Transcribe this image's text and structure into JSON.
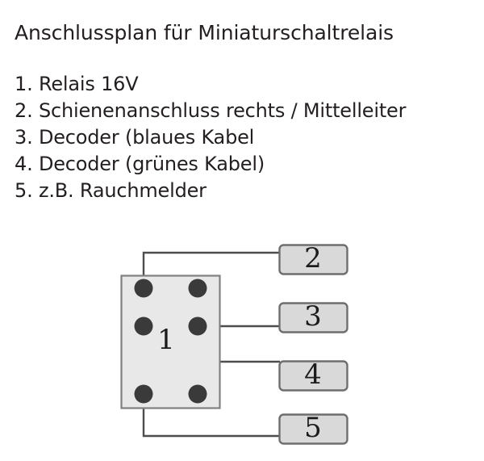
{
  "document": {
    "title": "Anschlussplan für Miniaturschaltrelais",
    "legend": [
      {
        "number": "1.",
        "text": "Relais 16V"
      },
      {
        "number": "2.",
        "text": "Schienenanschluss rechts / Mittelleiter"
      },
      {
        "number": "3.",
        "text": "Decoder  (blaues Kabel"
      },
      {
        "number": "4.",
        "text": "Decoder  (grünes Kabel)"
      },
      {
        "number": "5.",
        "text": "z.B. Rauchmelder"
      }
    ]
  },
  "diagram": {
    "relay": {
      "label": "1",
      "pin_count": 6
    },
    "callouts": [
      {
        "label": "2"
      },
      {
        "label": "3"
      },
      {
        "label": "4"
      },
      {
        "label": "5"
      }
    ]
  },
  "colors": {
    "background": "#ffffff",
    "text": "#231f20",
    "relay_body_fill": "#e8e8e8",
    "relay_body_stroke": "#808080",
    "pin_fill": "#3a3a3a",
    "callout_fill": "#d9d9d9",
    "callout_stroke": "#6e6e6e",
    "wire_stroke": "#4d4d4d"
  }
}
